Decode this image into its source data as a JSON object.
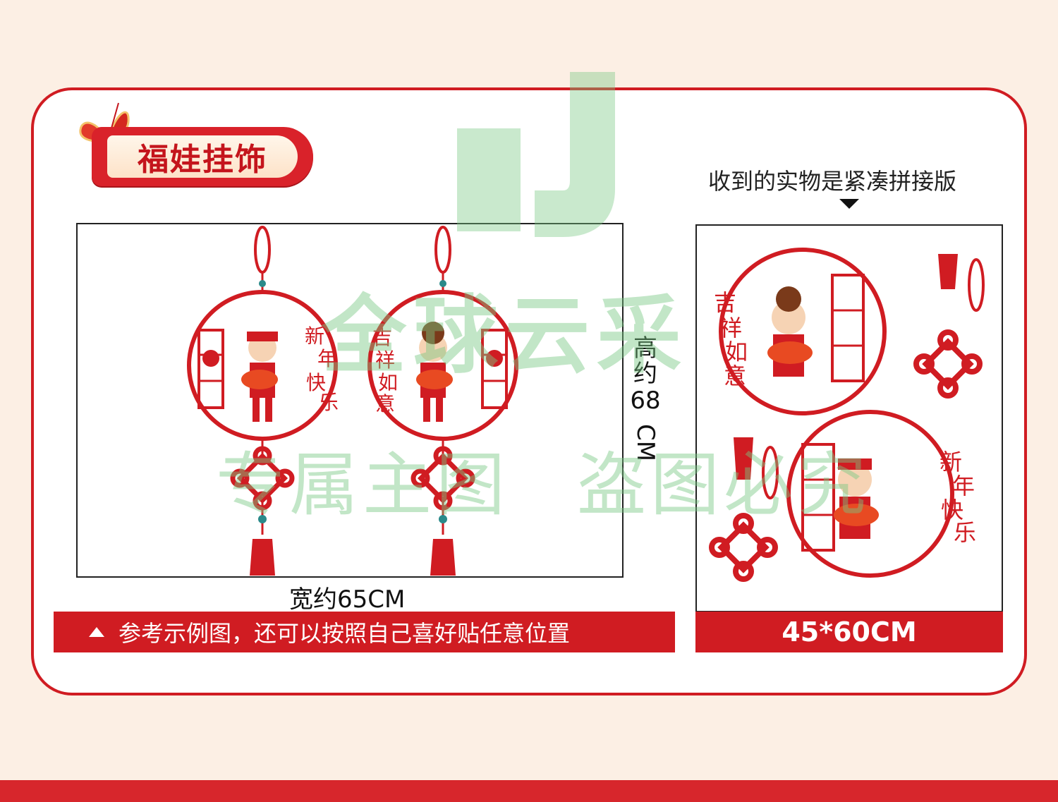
{
  "title": "福娃挂饰",
  "note": "收到的实物是紧凑拼接版",
  "dimensions": {
    "width_label": "宽约65CM",
    "height_label_top": "高约",
    "height_label_num": "68",
    "height_label_unit": "CM"
  },
  "left_caption": "参考示例图，还可以按照自己喜好贴任意位置",
  "right_caption": "45*60CM",
  "blessings": {
    "a": [
      "新",
      "年",
      "快",
      "乐"
    ],
    "b": [
      "吉",
      "祥",
      "如",
      "意"
    ]
  },
  "watermark": {
    "brand": "全球云采",
    "line1": "专属主图",
    "line2": "盗图必究"
  },
  "colors": {
    "accent": "#d01c22",
    "background": "#fcefe4",
    "watermark": "#78c882"
  }
}
